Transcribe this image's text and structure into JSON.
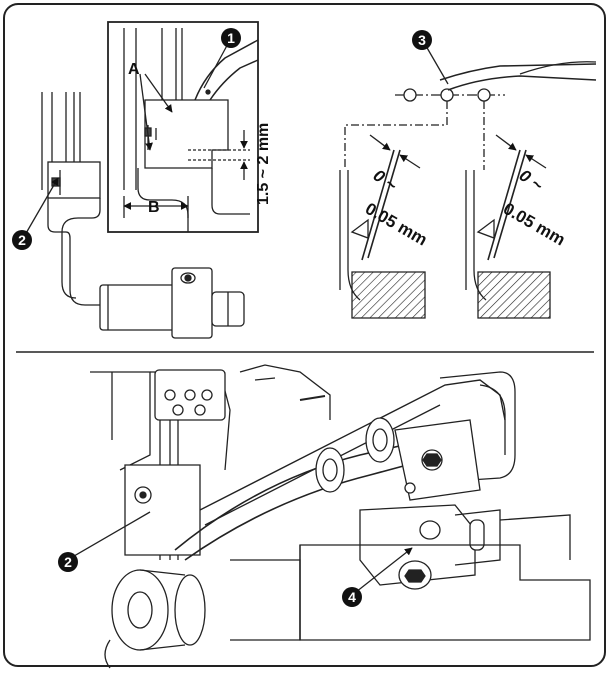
{
  "figure": {
    "labels": {
      "a": "A",
      "b": "B",
      "height_dim": "1.5 ~ 2 mm",
      "clearance_left": "0 ~",
      "clearance_left_unit": "0.05 mm",
      "clearance_right": "0 ~",
      "clearance_right_unit": "0.05 mm"
    },
    "callouts": [
      "1",
      "2",
      "3",
      "2",
      "4"
    ]
  }
}
